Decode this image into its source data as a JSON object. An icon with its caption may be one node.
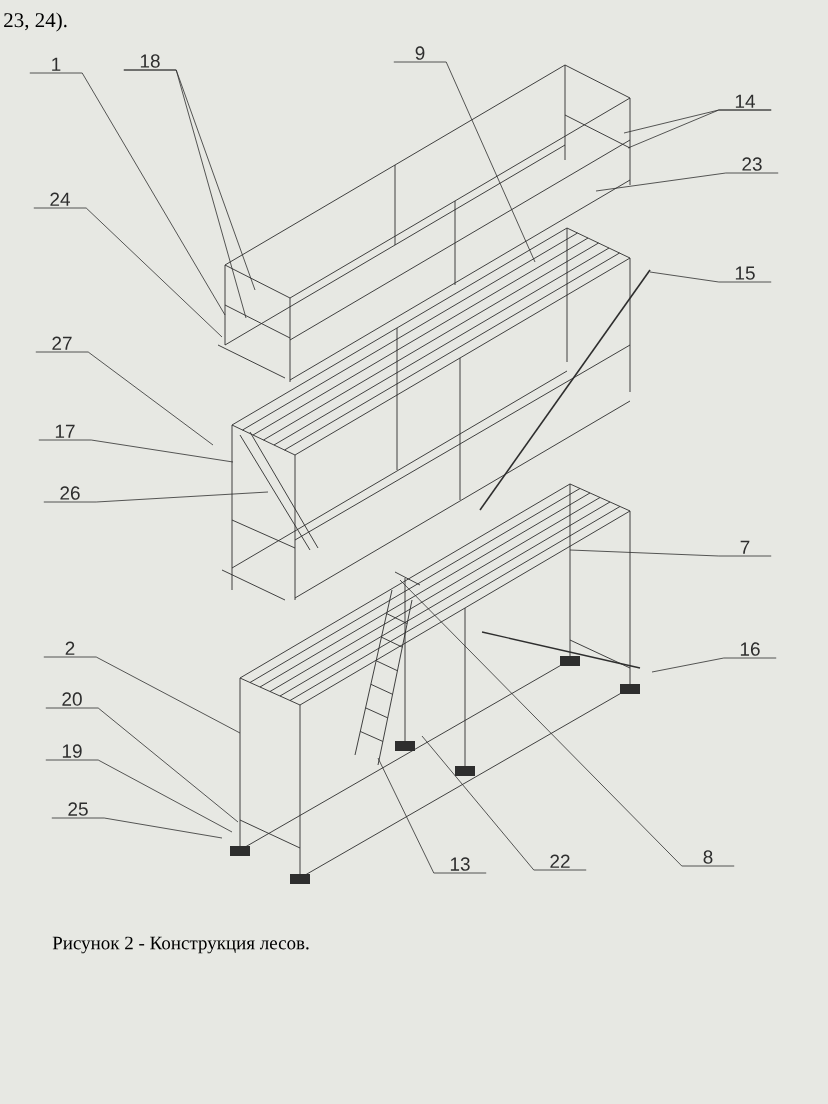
{
  "diagram": {
    "caption": "Рисунок 2 - Конструкция лесов.",
    "nodes": [
      {
        "text": [
          "1"
        ]
      },
      {
        "text": [
          "18"
        ]
      },
      {
        "text": [
          "9"
        ]
      },
      {
        "text": [
          "14"
        ]
      },
      {
        "text": [
          "23"
        ]
      },
      {
        "text": [
          "24"
        ]
      },
      {
        "text": [
          "15"
        ]
      },
      {
        "text": [
          "27"
        ]
      },
      {
        "text": [
          "17"
        ]
      },
      {
        "text": [
          "26"
        ]
      },
      {
        "text": [
          "7"
        ]
      },
      {
        "text": [
          "2"
        ]
      },
      {
        "text": [
          "16"
        ]
      },
      {
        "text": [
          "20"
        ]
      },
      {
        "text": [
          "19"
        ]
      },
      {
        "text": [
          "25"
        ]
      },
      {
        "text": [
          "13"
        ]
      },
      {
        "text": [
          "22"
        ]
      },
      {
        "text": [
          "8"
        ]
      }
    ],
    "edges": [
      {
        "from": 0,
        "to": null,
        "arrow": "none"
      },
      {
        "from": 1,
        "to": null,
        "arrow": "none"
      },
      {
        "from": 1,
        "to": null,
        "arrow": "none"
      },
      {
        "from": 2,
        "to": null,
        "arrow": "none"
      },
      {
        "from": 3,
        "to": null,
        "arrow": "none"
      },
      {
        "from": 3,
        "to": null,
        "arrow": "none"
      },
      {
        "from": 4,
        "to": null,
        "arrow": "none"
      },
      {
        "from": 5,
        "to": null,
        "arrow": "none"
      },
      {
        "from": 6,
        "to": null,
        "arrow": "none"
      },
      {
        "from": 7,
        "to": null,
        "arrow": "none"
      },
      {
        "from": 8,
        "to": null,
        "arrow": "none"
      },
      {
        "from": 9,
        "to": null,
        "arrow": "none"
      },
      {
        "from": 10,
        "to": null,
        "arrow": "none"
      },
      {
        "from": 11,
        "to": null,
        "arrow": "none"
      },
      {
        "from": 12,
        "to": null,
        "arrow": "none"
      },
      {
        "from": 13,
        "to": null,
        "arrow": "none"
      },
      {
        "from": 14,
        "to": null,
        "arrow": "none"
      },
      {
        "from": 15,
        "to": null,
        "arrow": "none"
      },
      {
        "from": 16,
        "to": null,
        "arrow": "none"
      },
      {
        "from": 17,
        "to": null,
        "arrow": "none"
      },
      {
        "from": 18,
        "to": null,
        "arrow": "none"
      }
    ],
    "labels": [
      "23, 24)."
    ]
  }
}
